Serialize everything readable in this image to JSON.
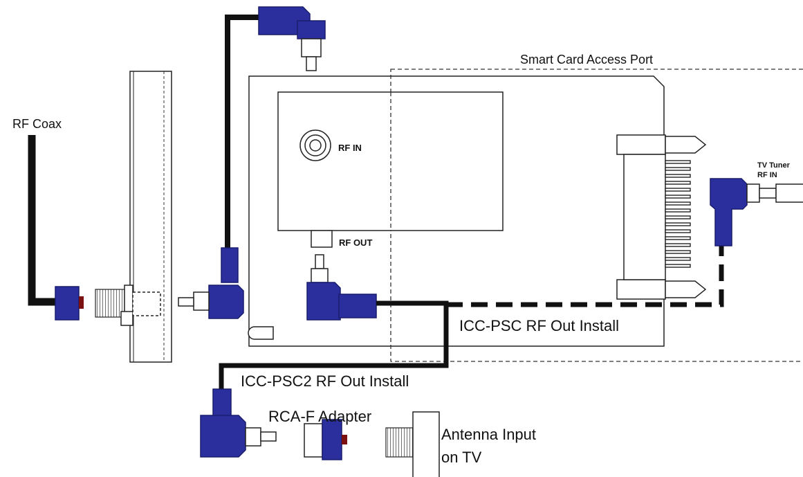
{
  "diagram": {
    "labels": {
      "rf_coax": "RF Coax",
      "smart_card_access_port": "Smart Card Access Port",
      "rf_in": "RF IN",
      "rf_out": "RF OUT",
      "tv_tuner_line1": "TV Tuner",
      "tv_tuner_line2": "RF IN",
      "icc_psc_install": "ICC-PSC RF Out Install",
      "icc_psc2_install": "ICC-PSC2 RF Out Install",
      "rca_f_adapter": "RCA-F Adapter",
      "antenna_input_line1": "Antenna Input",
      "antenna_input_line2": "on TV"
    },
    "colors": {
      "connector_blue": "#2b2f9e",
      "connector_blue_dark": "#1a1d6e",
      "cable": "#111111",
      "outline": "#222222",
      "pin_red": "#7a1010"
    }
  }
}
